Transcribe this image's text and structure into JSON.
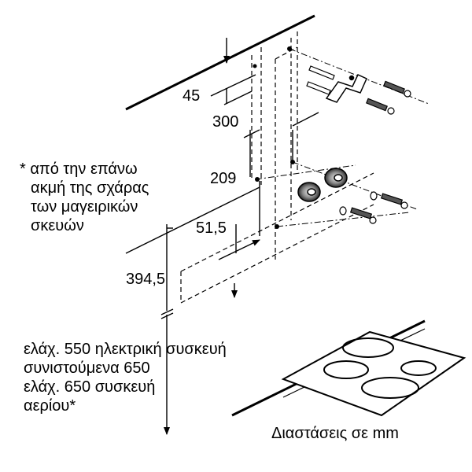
{
  "dimensions": {
    "d45": "45",
    "d300": "300",
    "d209": "209",
    "d51_5": "51,5",
    "d394_5": "394,5"
  },
  "note_top": [
    "* από την επάνω",
    "ακμή της σχάρας",
    "των μαγειρικών",
    "σκευών"
  ],
  "note_bottom": [
    "ελάχ. 550 ηλεκτρική συσκευή",
    "συνιστούμενα 650",
    "ελάχ. 650 συσκευή",
    "αερίου*"
  ],
  "units_caption": "Διαστάσεις σε mm",
  "icons": [
    "bracket-icon",
    "wall-plug-icon",
    "screw-icon",
    "washer-icon",
    "hob-icon"
  ]
}
